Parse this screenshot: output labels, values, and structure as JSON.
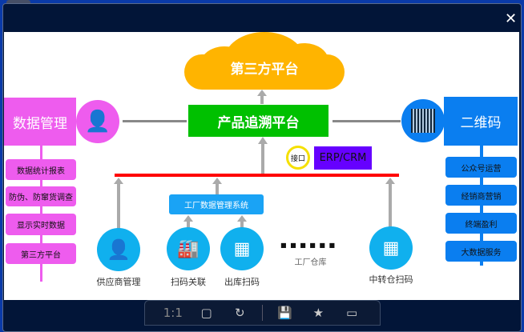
{
  "window": {
    "close_label": "✕"
  },
  "diagram": {
    "cloud": "第三方平台",
    "center": "产品追溯平台",
    "interface": "接口",
    "erp": "ERP/CRM",
    "left_title": "数据管理",
    "left_items": [
      "数据统计报表",
      "防伪、防窜货调查",
      "显示实时数据",
      "第三方平台"
    ],
    "right_title": "二维码",
    "right_items": [
      "公众号运营",
      "经销商营销",
      "终端盈利",
      "大数据服务"
    ],
    "factory_system": "工厂数据管理系统",
    "nodes": [
      "供应商管理",
      "扫码关联",
      "出库扫码",
      "中转仓扫码"
    ],
    "warehouse": "工厂仓库",
    "dots": "■ ■ ■ ■ ■ ■"
  },
  "toolbar": {
    "actual_size": "1:1"
  }
}
